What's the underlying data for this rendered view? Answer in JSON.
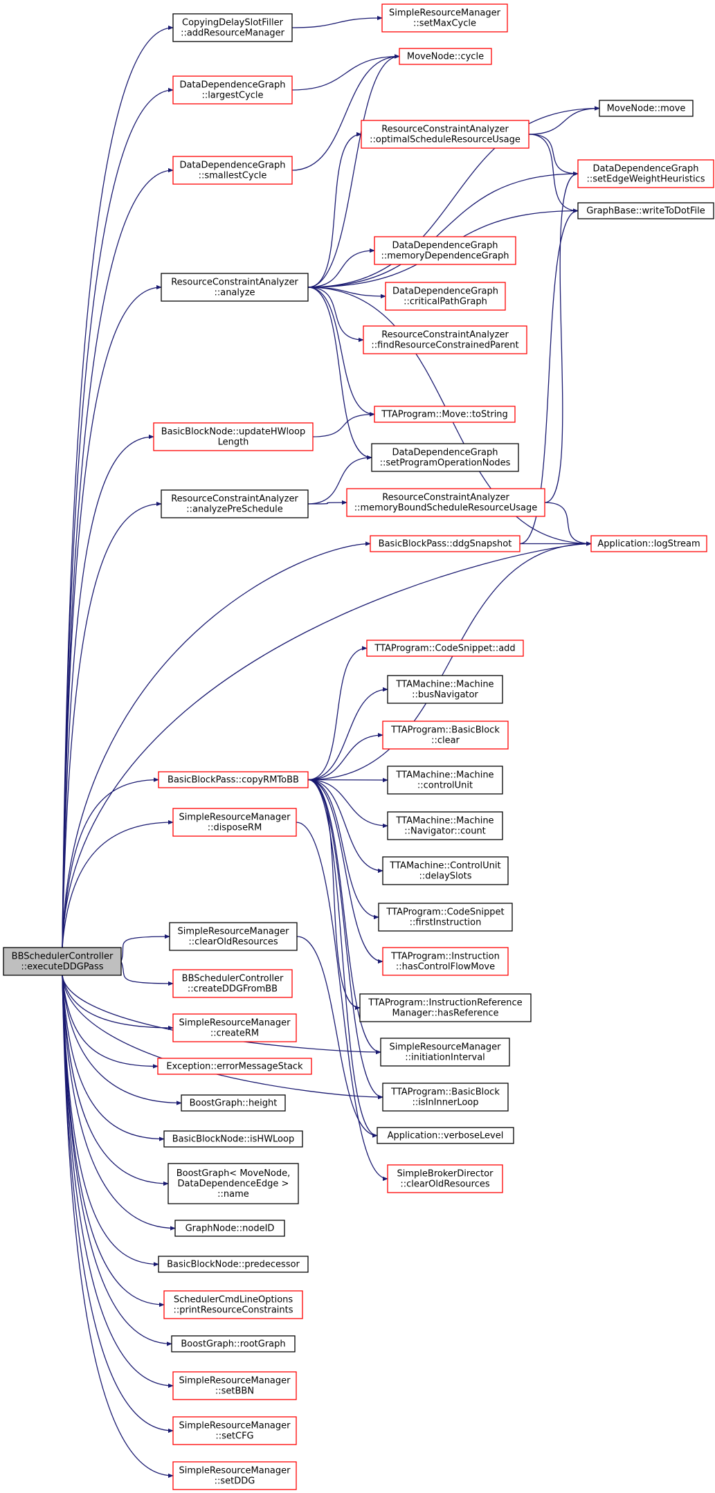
{
  "colors": {
    "edge": "#191970",
    "border_default": "#000000",
    "border_incomplete": "#ff0000",
    "root_fill": "#bfbfbf",
    "node_fill": "#ffffff"
  },
  "nodes": [
    {
      "id": "root",
      "lines": [
        "BBSchedulerController",
        "::executeDDGPass"
      ],
      "style": "root"
    },
    {
      "id": "copyDelay",
      "lines": [
        "CopyingDelaySlotFiller",
        "::addResourceManager"
      ],
      "style": "black"
    },
    {
      "id": "setMaxCycle",
      "lines": [
        "SimpleResourceManager",
        "::setMaxCycle"
      ],
      "style": "red"
    },
    {
      "id": "largestCycle",
      "lines": [
        "DataDependenceGraph",
        "::largestCycle"
      ],
      "style": "red"
    },
    {
      "id": "moveCycle",
      "lines": [
        "MoveNode::cycle"
      ],
      "style": "red"
    },
    {
      "id": "smallestCycle",
      "lines": [
        "DataDependenceGraph",
        "::smallestCycle"
      ],
      "style": "red"
    },
    {
      "id": "moveMove",
      "lines": [
        "MoveNode::move"
      ],
      "style": "black"
    },
    {
      "id": "optimal",
      "lines": [
        "ResourceConstraintAnalyzer",
        "::optimalScheduleResourceUsage"
      ],
      "style": "red"
    },
    {
      "id": "setEdgeWeight",
      "lines": [
        "DataDependenceGraph",
        "::setEdgeWeightHeuristics"
      ],
      "style": "red"
    },
    {
      "id": "writeDot",
      "lines": [
        "GraphBase::writeToDotFile"
      ],
      "style": "black"
    },
    {
      "id": "memDepGraph",
      "lines": [
        "DataDependenceGraph",
        "::memoryDependenceGraph"
      ],
      "style": "red"
    },
    {
      "id": "rcaAnalyze",
      "lines": [
        "ResourceConstraintAnalyzer",
        "::analyze"
      ],
      "style": "black"
    },
    {
      "id": "critPath",
      "lines": [
        "DataDependenceGraph",
        "::criticalPathGraph"
      ],
      "style": "red"
    },
    {
      "id": "findRC",
      "lines": [
        "ResourceConstraintAnalyzer",
        "::findResourceConstrainedParent"
      ],
      "style": "red"
    },
    {
      "id": "toString",
      "lines": [
        "TTAProgram::Move::toString"
      ],
      "style": "red"
    },
    {
      "id": "updateHW",
      "lines": [
        "BasicBlockNode::updateHWloop",
        "Length"
      ],
      "style": "red"
    },
    {
      "id": "setProgOp",
      "lines": [
        "DataDependenceGraph",
        "::setProgramOperationNodes"
      ],
      "style": "black"
    },
    {
      "id": "rcaPre",
      "lines": [
        "ResourceConstraintAnalyzer",
        "::analyzePreSchedule"
      ],
      "style": "black"
    },
    {
      "id": "memBound",
      "lines": [
        "ResourceConstraintAnalyzer",
        "::memoryBoundScheduleResourceUsage"
      ],
      "style": "red"
    },
    {
      "id": "ddgSnap",
      "lines": [
        "BasicBlockPass::ddgSnapshot"
      ],
      "style": "red"
    },
    {
      "id": "logStream",
      "lines": [
        "Application::logStream"
      ],
      "style": "red"
    },
    {
      "id": "csAdd",
      "lines": [
        "TTAProgram::CodeSnippet::add"
      ],
      "style": "red"
    },
    {
      "id": "busNav",
      "lines": [
        "TTAMachine::Machine",
        "::busNavigator"
      ],
      "style": "black"
    },
    {
      "id": "bbClear",
      "lines": [
        "TTAProgram::BasicBlock",
        "::clear"
      ],
      "style": "red"
    },
    {
      "id": "copyRM",
      "lines": [
        "BasicBlockPass::copyRMToBB"
      ],
      "style": "red"
    },
    {
      "id": "ctrlUnit",
      "lines": [
        "TTAMachine::Machine",
        "::controlUnit"
      ],
      "style": "black"
    },
    {
      "id": "disposeRM",
      "lines": [
        "SimpleResourceManager",
        "::disposeRM"
      ],
      "style": "red"
    },
    {
      "id": "navCount",
      "lines": [
        "TTAMachine::Machine",
        "::Navigator::count"
      ],
      "style": "black"
    },
    {
      "id": "delaySlots",
      "lines": [
        "TTAMachine::ControlUnit",
        "::delaySlots"
      ],
      "style": "black"
    },
    {
      "id": "firstInstr",
      "lines": [
        "TTAProgram::CodeSnippet",
        "::firstInstruction"
      ],
      "style": "black"
    },
    {
      "id": "hasCFM",
      "lines": [
        "TTAProgram::Instruction",
        "::hasControlFlowMove"
      ],
      "style": "red"
    },
    {
      "id": "clearOld",
      "lines": [
        "SimpleResourceManager",
        "::clearOldResources"
      ],
      "style": "black"
    },
    {
      "id": "createDDG",
      "lines": [
        "BBSchedulerController",
        "::createDDGFromBB"
      ],
      "style": "red"
    },
    {
      "id": "hasRef",
      "lines": [
        "TTAProgram::InstructionReference",
        "Manager::hasReference"
      ],
      "style": "black"
    },
    {
      "id": "createRM",
      "lines": [
        "SimpleResourceManager",
        "::createRM"
      ],
      "style": "red"
    },
    {
      "id": "initInt",
      "lines": [
        "SimpleResourceManager",
        "::initiationInterval"
      ],
      "style": "black"
    },
    {
      "id": "errStack",
      "lines": [
        "Exception::errorMessageStack"
      ],
      "style": "red"
    },
    {
      "id": "isInner",
      "lines": [
        "TTAProgram::BasicBlock",
        "::isInInnerLoop"
      ],
      "style": "black"
    },
    {
      "id": "bgHeight",
      "lines": [
        "BoostGraph::height"
      ],
      "style": "black"
    },
    {
      "id": "verbose",
      "lines": [
        "Application::verboseLevel"
      ],
      "style": "black"
    },
    {
      "id": "isHW",
      "lines": [
        "BasicBlockNode::isHWLoop"
      ],
      "style": "black"
    },
    {
      "id": "brokerClear",
      "lines": [
        "SimpleBrokerDirector",
        "::clearOldResources"
      ],
      "style": "red"
    },
    {
      "id": "bgName",
      "lines": [
        "BoostGraph< MoveNode,",
        "DataDependenceEdge >",
        "::name"
      ],
      "style": "black"
    },
    {
      "id": "nodeID",
      "lines": [
        "GraphNode::nodeID"
      ],
      "style": "black"
    },
    {
      "id": "pred",
      "lines": [
        "BasicBlockNode::predecessor"
      ],
      "style": "black"
    },
    {
      "id": "printRC",
      "lines": [
        "SchedulerCmdLineOptions",
        "::printResourceConstraints"
      ],
      "style": "red"
    },
    {
      "id": "rootGraph",
      "lines": [
        "BoostGraph::rootGraph"
      ],
      "style": "black"
    },
    {
      "id": "setBBN",
      "lines": [
        "SimpleResourceManager",
        "::setBBN"
      ],
      "style": "red"
    },
    {
      "id": "setCFG",
      "lines": [
        "SimpleResourceManager",
        "::setCFG"
      ],
      "style": "red"
    },
    {
      "id": "setDDG",
      "lines": [
        "SimpleResourceManager",
        "::setDDG"
      ],
      "style": "red"
    }
  ],
  "edges": [
    [
      "root",
      "copyDelay"
    ],
    [
      "root",
      "largestCycle"
    ],
    [
      "root",
      "smallestCycle"
    ],
    [
      "root",
      "rcaAnalyze"
    ],
    [
      "root",
      "updateHW"
    ],
    [
      "root",
      "rcaPre"
    ],
    [
      "root",
      "ddgSnap"
    ],
    [
      "root",
      "logStream"
    ],
    [
      "root",
      "copyRM"
    ],
    [
      "root",
      "disposeRM"
    ],
    [
      "root",
      "clearOld"
    ],
    [
      "root",
      "createDDG"
    ],
    [
      "root",
      "createRM"
    ],
    [
      "root",
      "errStack"
    ],
    [
      "root",
      "bgHeight"
    ],
    [
      "root",
      "isHW"
    ],
    [
      "root",
      "bgName"
    ],
    [
      "root",
      "nodeID"
    ],
    [
      "root",
      "pred"
    ],
    [
      "root",
      "printRC"
    ],
    [
      "root",
      "rootGraph"
    ],
    [
      "root",
      "setBBN"
    ],
    [
      "root",
      "setCFG"
    ],
    [
      "root",
      "setDDG"
    ],
    [
      "root",
      "isInner"
    ],
    [
      "root",
      "initInt"
    ],
    [
      "copyDelay",
      "setMaxCycle"
    ],
    [
      "largestCycle",
      "moveCycle"
    ],
    [
      "smallestCycle",
      "moveCycle"
    ],
    [
      "rcaAnalyze",
      "moveCycle"
    ],
    [
      "rcaAnalyze",
      "moveMove"
    ],
    [
      "rcaAnalyze",
      "optimal"
    ],
    [
      "rcaAnalyze",
      "setEdgeWeight"
    ],
    [
      "rcaAnalyze",
      "writeDot"
    ],
    [
      "rcaAnalyze",
      "memDepGraph"
    ],
    [
      "rcaAnalyze",
      "critPath"
    ],
    [
      "rcaAnalyze",
      "findRC"
    ],
    [
      "rcaAnalyze",
      "toString"
    ],
    [
      "rcaAnalyze",
      "setProgOp"
    ],
    [
      "rcaAnalyze",
      "logStream"
    ],
    [
      "optimal",
      "moveMove"
    ],
    [
      "optimal",
      "setEdgeWeight"
    ],
    [
      "optimal",
      "writeDot"
    ],
    [
      "updateHW",
      "toString"
    ],
    [
      "rcaPre",
      "setProgOp"
    ],
    [
      "rcaPre",
      "memBound"
    ],
    [
      "memBound",
      "setEdgeWeight"
    ],
    [
      "memBound",
      "logStream"
    ],
    [
      "ddgSnap",
      "writeDot"
    ],
    [
      "ddgSnap",
      "logStream"
    ],
    [
      "copyRM",
      "csAdd"
    ],
    [
      "copyRM",
      "busNav"
    ],
    [
      "copyRM",
      "bbClear"
    ],
    [
      "copyRM",
      "ctrlUnit"
    ],
    [
      "copyRM",
      "navCount"
    ],
    [
      "copyRM",
      "delaySlots"
    ],
    [
      "copyRM",
      "firstInstr"
    ],
    [
      "copyRM",
      "hasCFM"
    ],
    [
      "copyRM",
      "hasRef"
    ],
    [
      "copyRM",
      "initInt"
    ],
    [
      "copyRM",
      "isInner"
    ],
    [
      "copyRM",
      "verbose"
    ],
    [
      "copyRM",
      "logStream"
    ],
    [
      "disposeRM",
      "brokerClear"
    ],
    [
      "clearOld",
      "verbose"
    ]
  ]
}
